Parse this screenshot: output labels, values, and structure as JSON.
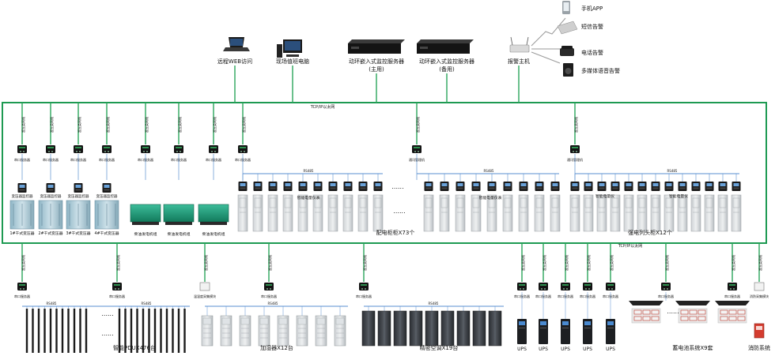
{
  "top_devices": {
    "web": "远程WEB访问",
    "onsite": "现场值班电脑",
    "server_main_1": "动环嵌入式监控服务器",
    "server_main_2": "(主用)",
    "server_backup_1": "动环嵌入式监控服务器",
    "server_backup_2": "(备用)",
    "alarm_host": "报警主机",
    "app": "手机APP",
    "sms": "短信告警",
    "phone": "电话告警",
    "multimedia": "多媒体语音告警"
  },
  "network": {
    "upper_bus": "TCP/IP以太网",
    "lower_bus": "TCP/IP以太网",
    "drop_label": "超五类网线",
    "rs485": "RS485",
    "serial_server": "串口服务器",
    "comm_manager": "通讯管理机",
    "ellipsis": "......"
  },
  "upper_groups": {
    "transformer_monitor": "变压器监控器",
    "transformers": [
      "1#干式变压器",
      "2#干式变压器",
      "3#干式变压器",
      "4#干式变压器"
    ],
    "generator": "柴油发电机组",
    "smart_meter": "智能电量仪表",
    "smart_meter_2": "智能电量仪",
    "distribution": "配电柜柜X73个",
    "busbar": "强电列头柜X12个"
  },
  "lower_groups": {
    "temp_module": "温湿度采集模块",
    "pdu": "智能PDUX476台",
    "humidifier": "加湿器X12台",
    "aircon": "精密空调X19台",
    "ups": "UPS",
    "battery": "蓄电池系统X9套",
    "fire_module": "消防采集模块",
    "fire": "消防系统"
  },
  "colors": {
    "bus_green": "#1e9a52",
    "cable_green": "#2aa65a",
    "rs485_blue": "#5a8fd0"
  }
}
